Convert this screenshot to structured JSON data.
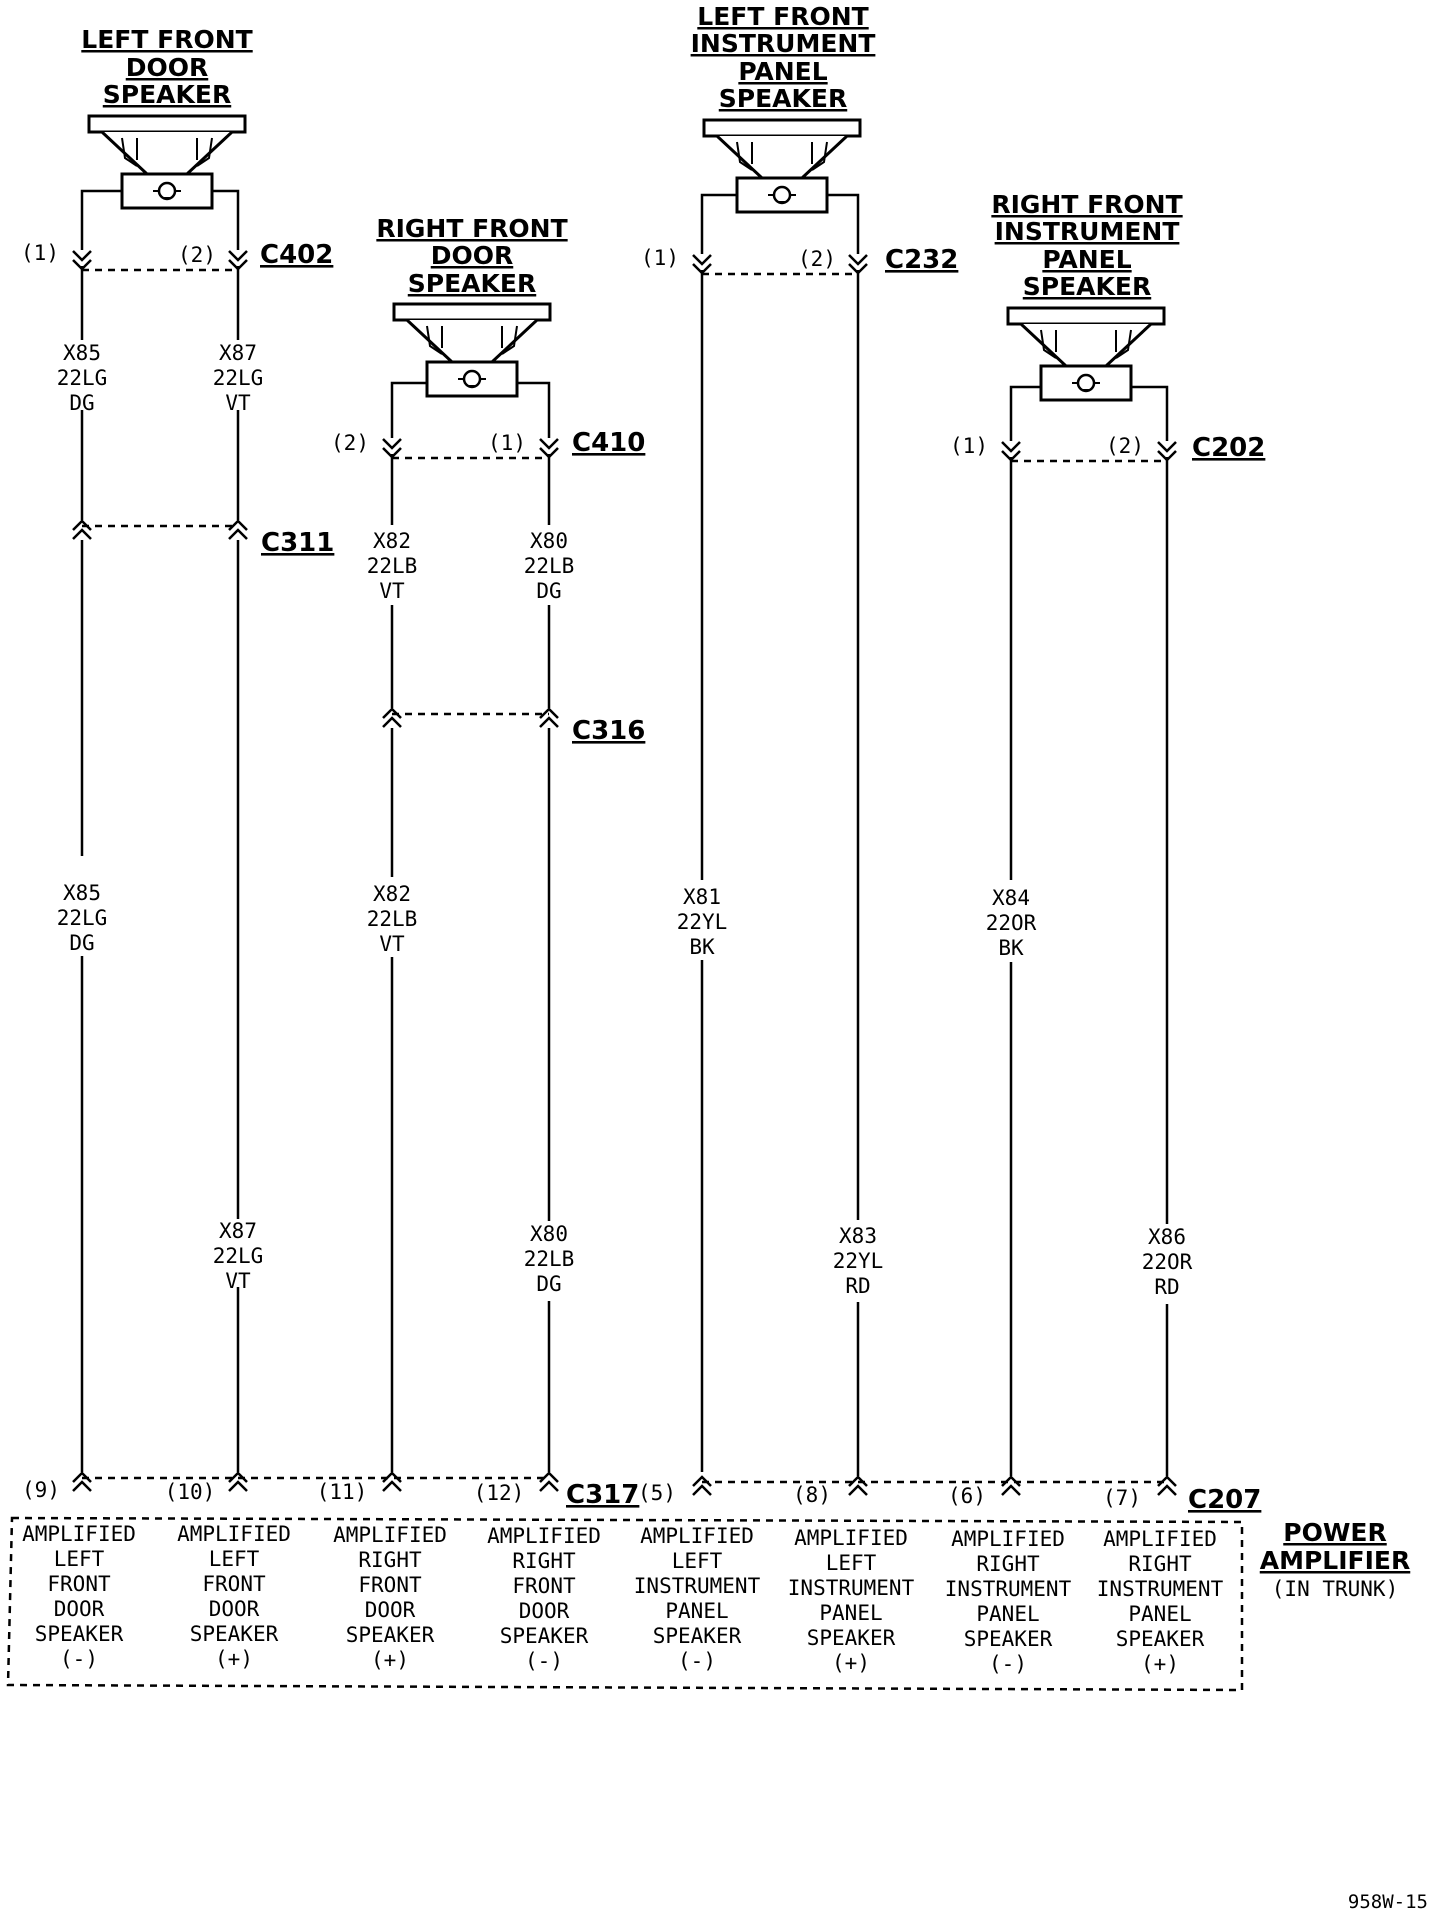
{
  "speakers": {
    "lf_door": {
      "title": [
        "LEFT FRONT",
        "DOOR",
        "SPEAKER"
      ]
    },
    "rf_door": {
      "title": [
        "RIGHT FRONT",
        "DOOR",
        "SPEAKER"
      ]
    },
    "lf_ip": {
      "title": [
        "LEFT FRONT",
        "INSTRUMENT",
        "PANEL",
        "SPEAKER"
      ]
    },
    "rf_ip": {
      "title": [
        "RIGHT FRONT",
        "INSTRUMENT",
        "PANEL",
        "SPEAKER"
      ]
    }
  },
  "connectors": {
    "c402": "C402",
    "c410": "C410",
    "c232": "C232",
    "c202": "C202",
    "c311": "C311",
    "c316": "C316",
    "c317": "C317",
    "c207": "C207"
  },
  "pins": {
    "c402_1": "(1)",
    "c402_2": "(2)",
    "c410_2": "(2)",
    "c410_1": "(1)",
    "c232_1": "(1)",
    "c232_2": "(2)",
    "c202_1": "(1)",
    "c202_2": "(2)",
    "amp_9": "(9)",
    "amp_10": "(10)",
    "amp_11": "(11)",
    "amp_12": "(12)",
    "amp_5": "(5)",
    "amp_8": "(8)",
    "amp_6": "(6)",
    "amp_7": "(7)"
  },
  "wires": {
    "w1_top": [
      "X85",
      "22LG",
      "DG"
    ],
    "w2_top": [
      "X87",
      "22LG",
      "VT"
    ],
    "w3_top": [
      "X82",
      "22LB",
      "VT"
    ],
    "w4_top": [
      "X80",
      "22LB",
      "DG"
    ],
    "w1_mid": [
      "X85",
      "22LG",
      "DG"
    ],
    "w3_mid": [
      "X82",
      "22LB",
      "VT"
    ],
    "w5_mid": [
      "X81",
      "22YL",
      "BK"
    ],
    "w7_mid": [
      "X84",
      "22OR",
      "BK"
    ],
    "w2_low": [
      "X87",
      "22LG",
      "VT"
    ],
    "w4_low": [
      "X80",
      "22LB",
      "DG"
    ],
    "w6_low": [
      "X83",
      "22YL",
      "RD"
    ],
    "w8_low": [
      "X86",
      "22OR",
      "RD"
    ]
  },
  "amplifier": {
    "title": [
      "POWER",
      "AMPLIFIER"
    ],
    "subtitle": "(IN TRUNK)",
    "terminals": [
      [
        "AMPLIFIED",
        "LEFT",
        "FRONT",
        "DOOR",
        "SPEAKER",
        "(-)"
      ],
      [
        "AMPLIFIED",
        "LEFT",
        "FRONT",
        "DOOR",
        "SPEAKER",
        "(+)"
      ],
      [
        "AMPLIFIED",
        "RIGHT",
        "FRONT",
        "DOOR",
        "SPEAKER",
        "(+)"
      ],
      [
        "AMPLIFIED",
        "RIGHT",
        "FRONT",
        "DOOR",
        "SPEAKER",
        "(-)"
      ],
      [
        "AMPLIFIED",
        "LEFT",
        "INSTRUMENT",
        "PANEL",
        "SPEAKER",
        "(-)"
      ],
      [
        "AMPLIFIED",
        "LEFT",
        "INSTRUMENT",
        "PANEL",
        "SPEAKER",
        "(+)"
      ],
      [
        "AMPLIFIED",
        "RIGHT",
        "INSTRUMENT",
        "PANEL",
        "SPEAKER",
        "(-)"
      ],
      [
        "AMPLIFIED",
        "RIGHT",
        "INSTRUMENT",
        "PANEL",
        "SPEAKER",
        "(+)"
      ]
    ]
  },
  "footer": {
    "code": "958W-15"
  }
}
